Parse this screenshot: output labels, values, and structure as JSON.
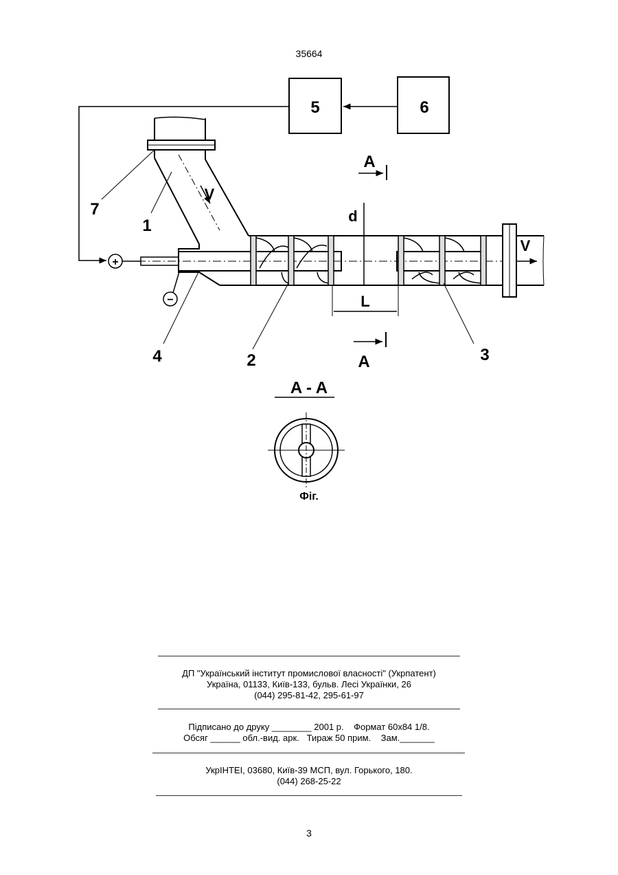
{
  "header": {
    "doc_number": "35664"
  },
  "drawing": {
    "blocks": {
      "b5": "5",
      "b6": "6"
    },
    "labels": {
      "n1": "1",
      "n2": "2",
      "n3": "3",
      "n4": "4",
      "n7": "7",
      "d": "d",
      "L": "L",
      "V1": "V",
      "V2": "V",
      "A_top": "A",
      "A_bottom": "A",
      "plus": "+",
      "minus": "−"
    },
    "section_title": "A - A",
    "caption": "Фіг."
  },
  "imprint": {
    "block1": [
      "ДП \"Український інститут промислової власності\" (Укрпатент)",
      "Україна, 01133, Київ-133, бульв. Лесі Українки, 26",
      "(044) 295-81-42, 295-61-97"
    ],
    "block2": [
      "Підписано до друку ________ 2001 р.    Формат 60х84 1/8.",
      "Обсяг ______ обл.-вид. арк.   Тираж 50 прим.    Зам._______"
    ],
    "block3": [
      "УкрІНТЕІ, 03680, Київ-39 МСП, вул. Горького, 180.",
      "(044) 268-25-22"
    ]
  },
  "footer": {
    "page_number": "3"
  }
}
